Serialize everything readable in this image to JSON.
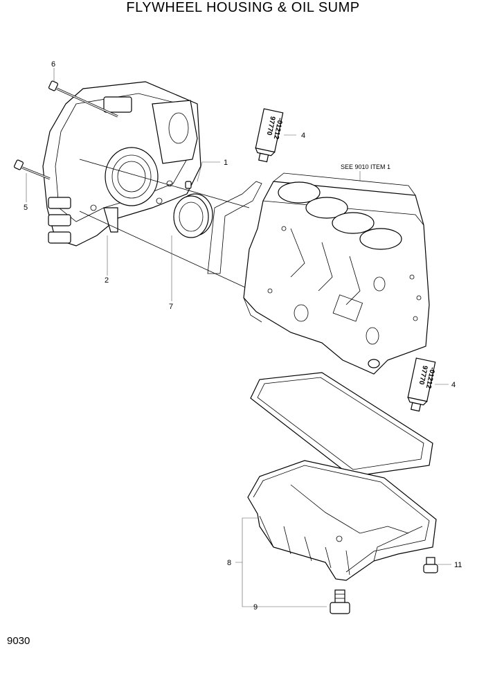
{
  "title": "FLYWHEEL HOUSING & OIL SUMP",
  "page_number": "9030",
  "note": "SEE 9010 ITEM 1",
  "tube_text": {
    "line1": "97770",
    "line2": "-01212"
  },
  "callouts": [
    {
      "id": "1",
      "part": "dowel-pin"
    },
    {
      "id": "2",
      "part": "flywheel-housing"
    },
    {
      "id": "4",
      "part": "sealant-tube"
    },
    {
      "id": "4",
      "part": "sealant-tube"
    },
    {
      "id": "5",
      "part": "bolt"
    },
    {
      "id": "6",
      "part": "bolt"
    },
    {
      "id": "7",
      "part": "oil-seal"
    },
    {
      "id": "8",
      "part": "oil-sump"
    },
    {
      "id": "9",
      "part": "drain-plug"
    },
    {
      "id": "11",
      "part": "plug"
    }
  ]
}
